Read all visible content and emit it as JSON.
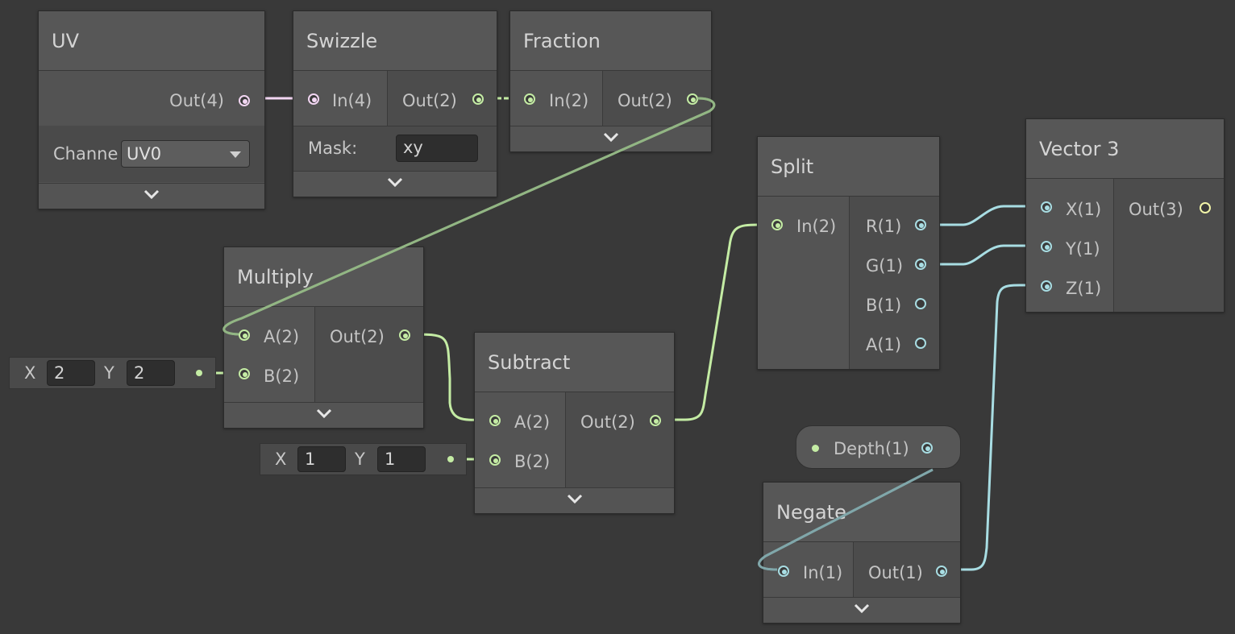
{
  "nodes": {
    "uv": {
      "title": "UV",
      "out_label": "Out(4)",
      "channel_label": "Channe",
      "channel_value": "UV0"
    },
    "swizzle": {
      "title": "Swizzle",
      "in_label": "In(4)",
      "out_label": "Out(2)",
      "mask_label": "Mask:",
      "mask_value": "xy"
    },
    "fraction": {
      "title": "Fraction",
      "in_label": "In(2)",
      "out_label": "Out(2)"
    },
    "multiply": {
      "title": "Multiply",
      "a_label": "A(2)",
      "b_label": "B(2)",
      "out_label": "Out(2)",
      "b_default": {
        "x_label": "X",
        "x_value": "2",
        "y_label": "Y",
        "y_value": "2"
      }
    },
    "subtract": {
      "title": "Subtract",
      "a_label": "A(2)",
      "b_label": "B(2)",
      "out_label": "Out(2)",
      "b_default": {
        "x_label": "X",
        "x_value": "1",
        "y_label": "Y",
        "y_value": "1"
      }
    },
    "split": {
      "title": "Split",
      "in_label": "In(2)",
      "r_label": "R(1)",
      "g_label": "G(1)",
      "b_label": "B(1)",
      "a_label": "A(1)"
    },
    "vector3": {
      "title": "Vector 3",
      "x_label": "X(1)",
      "y_label": "Y(1)",
      "z_label": "Z(1)",
      "out_label": "Out(3)"
    },
    "depth": {
      "label": "Depth(1)"
    },
    "negate": {
      "title": "Negate",
      "in_label": "In(1)",
      "out_label": "Out(1)"
    }
  },
  "colors": {
    "background": "#393939",
    "vector4_port": "#f2d6f2",
    "vector2_port": "#c4eca4",
    "vector1_port": "#a8dde3",
    "vector3_port": "#f1f4a8"
  },
  "icons": {
    "collapse": "chevron-down-icon",
    "dropdown": "caret-down-icon"
  }
}
